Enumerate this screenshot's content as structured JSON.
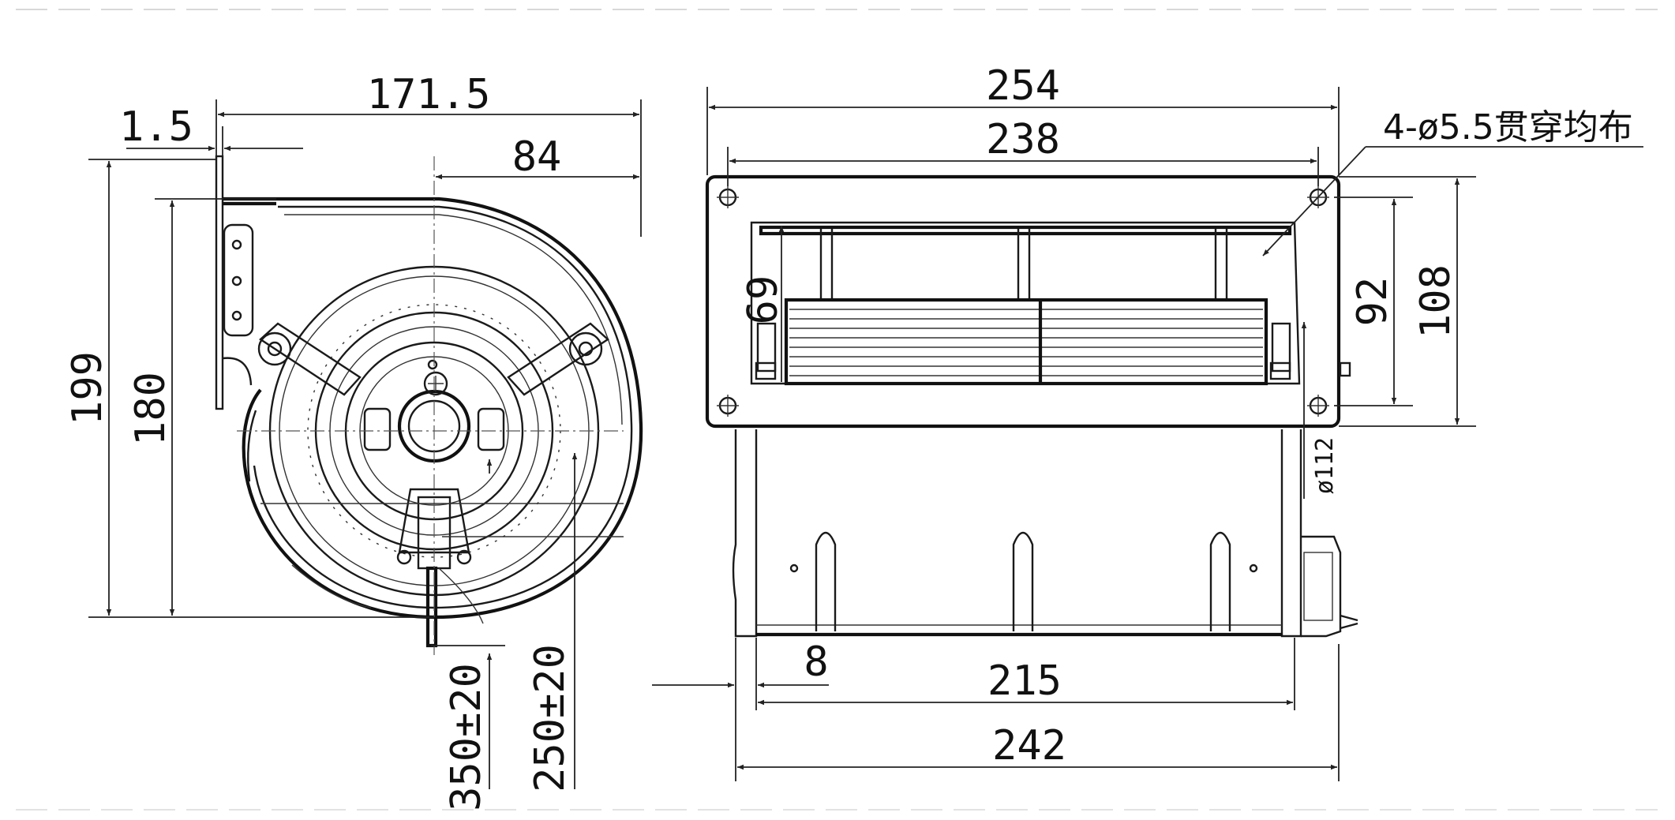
{
  "side_view": {
    "width_overall": "171.5",
    "flange_thickness": "1.5",
    "outlet_to_center": "84",
    "height_overall": "199",
    "height_housing": "180",
    "cable_length_a": "350±20",
    "cable_length_b": "250±20"
  },
  "front_view": {
    "flange_width": "254",
    "hole_spacing_width": "238",
    "hole_note": "4-ø5.5贯穿均布",
    "outlet_height": "69",
    "hole_spacing_height": "92",
    "flange_height": "108",
    "impeller_diameter": "ø112",
    "side_offset": "8",
    "inner_width": "215",
    "overall_width": "242"
  }
}
